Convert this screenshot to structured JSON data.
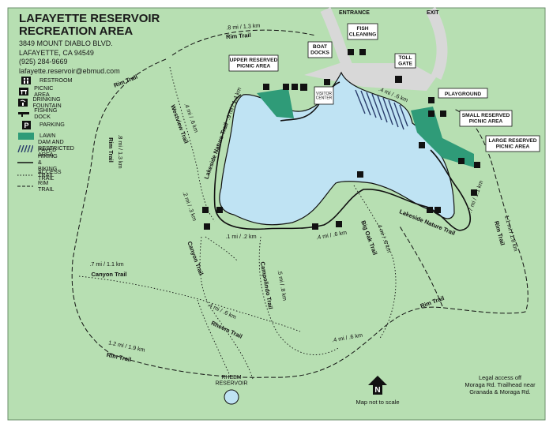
{
  "header": {
    "title_line1": "LAFAYETTE RESERVOIR",
    "title_line2": "RECREATION AREA",
    "address": "3849 MOUNT DIABLO BLVD.",
    "city": "LAFAYETTE, CA 94549",
    "phone": "(925) 284-9669",
    "email": "lafayette.reservoir@ebmud.com"
  },
  "legend": [
    {
      "symbol": "restroom-icon",
      "label": "RESTROOM"
    },
    {
      "symbol": "picnic-icon",
      "label": "PICNIC AREA"
    },
    {
      "symbol": "fountain-icon",
      "label": "DRINKING FOUNTAIN"
    },
    {
      "symbol": "fishing-dock-icon",
      "label": "FISHING DOCK"
    },
    {
      "symbol": "parking-icon",
      "label": "PARKING"
    },
    {
      "symbol": "lawn-swatch",
      "label": "LAWN"
    },
    {
      "symbol": "dam-swatch",
      "label": "DAM AND\nRESTRICTED AREA"
    },
    {
      "symbol": "paved-line",
      "label": "PAVED HIKING &\nBIKING TRAIL"
    },
    {
      "symbol": "access-line",
      "label": "ACCESS TRAIL"
    },
    {
      "symbol": "rim-line",
      "label": "RIM TRAIL"
    }
  ],
  "labels": {
    "entrance": "ENTRANCE",
    "exit": "EXIT",
    "fish_cleaning": "FISH\nCLEANING",
    "boat_docks": "BOAT\nDOCKS",
    "toll_gate": "TOLL\nGATE",
    "upper_reserved": "UPPER RESERVED\nPICNIC AREA",
    "visitor_center": "VISITOR\nCENTER",
    "playground": "PLAYGROUND",
    "small_reserved": "SMALL RESERVED\nPICNIC AREA",
    "large_reserved": "LARGE RESERVED\nPICNIC AREA",
    "rheem_reservoir": "RHEEM\nRESERVOIR"
  },
  "trails": {
    "rim_trail_top": "Rim Trail",
    "rim_trail_top_dist": ".8 mi / 1.3 km",
    "rim_trail_upper_left": "Rim Trail",
    "rim_trail_left": "Rim Trail",
    "rim_trail_left_dist": ".8 mi / 1.3 km",
    "westview": "Westview Trail",
    "westview_dist": ".4 mi / .6 km",
    "lakeside_nw": "Lakeside Nature Trail",
    "lakeside_nw_dist": ".9 mi / 1.4 km",
    "lakeside_se": "Lakeside Nature Trail",
    "dam_dist": ".4 mi / .6 km",
    "south_dist_left": ".1 mi / .2 km",
    "south_dist_right": ".4 mi / .6 km",
    "east_dist": ".7 mi / 1.1 km",
    "canyon": "Canyon Trail",
    "canyon_upper": "Canyon Trail",
    "canyon_dist": ".2 mi / .3 km",
    "canyon_trail_dist": ".7 mi / 1.1 km",
    "campolindo": "Campolindo Trail",
    "campolindo_dist": ".5 mi / .8 km",
    "big_oak": "Big Oak Trail",
    "big_oak_dist": ".4 mi / .6 km",
    "rim_trail_right": "Rim Trail",
    "rim_trail_right_dist": "1.1 mi / 1.8 km",
    "rim_trail_se": "Rim Trail",
    "rheem": "Rheem Trail",
    "rheem_dist": ".4 mi / .6 km",
    "bottom_dist": ".4 mi / .6 km",
    "rim_trail_sw": "Rim Trail",
    "rim_trail_sw_dist": "1.2 mi / 1.9 km"
  },
  "notes": {
    "legal_access": "Legal access off\nMoraga Rd. Trailhead near\nGranada & Moraga Rd.",
    "north": "N",
    "scale": "Map not to scale"
  },
  "colors": {
    "land": "#b7dfb2",
    "water": "#bfe3f3",
    "lawn": "#2f9b78",
    "trail": "#111111"
  }
}
